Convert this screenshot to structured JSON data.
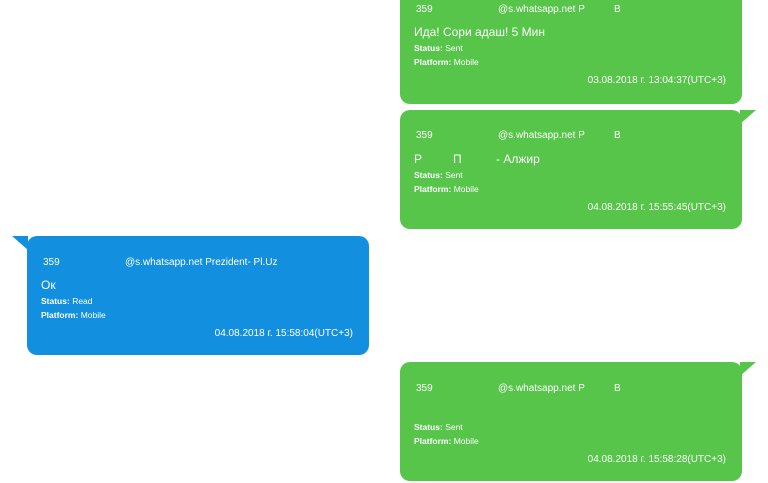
{
  "colors": {
    "sent_bubble": "#57c44a",
    "received_bubble": "#138fe0",
    "text": "#ffffff",
    "background": "#ffffff"
  },
  "labels": {
    "status": "Status:",
    "platform": "Platform:"
  },
  "messages": [
    {
      "direction": "sent",
      "sender_number": "359",
      "sender_domain": "@s.whatsapp.net Р",
      "sender_extra": "В",
      "text": "Ида! Сори адаш! 5 Мин",
      "status": "Sent",
      "platform": "Mobile",
      "timestamp": "03.08.2018 г. 13:04:37(UTC+3)"
    },
    {
      "direction": "sent",
      "sender_number": "359",
      "sender_domain": "@s.whatsapp.net Р",
      "sender_extra": "В",
      "text_parts": [
        "Р",
        "П",
        "- Алжир"
      ],
      "status": "Sent",
      "platform": "Mobile",
      "timestamp": "04.08.2018 г. 15:55:45(UTC+3)"
    },
    {
      "direction": "received",
      "sender_number": "359",
      "sender_domain": "@s.whatsapp.net Prezident- Pl.Uz",
      "text": "Ок",
      "status": "Read",
      "platform": "Mobile",
      "timestamp": "04.08.2018 г. 15:58:04(UTC+3)"
    },
    {
      "direction": "sent",
      "sender_number": "359",
      "sender_domain": "@s.whatsapp.net Р",
      "sender_extra": "В",
      "text": "",
      "status": "Sent",
      "platform": "Mobile",
      "timestamp": "04.08.2018 г. 15:58:28(UTC+3)"
    }
  ]
}
